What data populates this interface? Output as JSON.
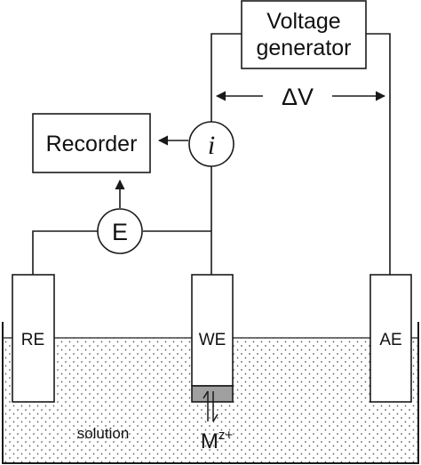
{
  "diagram": {
    "boxes": {
      "voltage_generator": {
        "line1": "Voltage",
        "line2": "generator"
      },
      "recorder": "Recorder"
    },
    "meters": {
      "current": "i",
      "potential": "E"
    },
    "delta_v": "ΔV",
    "electrodes": {
      "reference": "RE",
      "working": "WE",
      "auxiliary": "AE"
    },
    "ion": {
      "base": "M",
      "charge": "z+"
    },
    "solution": "solution",
    "colors": {
      "line": "#1a1a1a",
      "electrode_fill": "#ffffff",
      "solution_dots": "#555555",
      "metal_fill": "#a0a0a0",
      "background": "#ffffff"
    }
  }
}
